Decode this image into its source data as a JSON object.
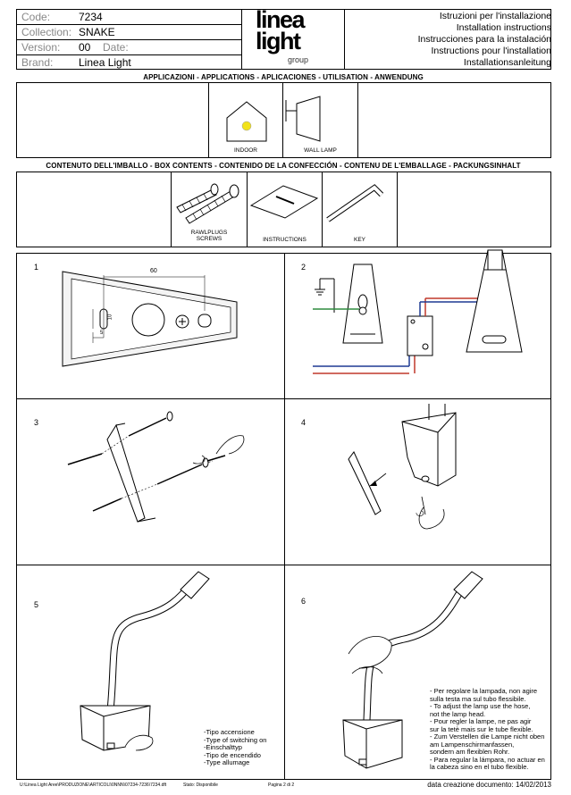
{
  "header": {
    "fields": [
      {
        "label": "Code:",
        "value": "7234"
      },
      {
        "label": "Collection:",
        "value": "SNAKE"
      },
      {
        "label": "Version:",
        "value": "00"
      },
      {
        "label": "Brand:",
        "value": "Linea Light"
      }
    ],
    "date_label": "Date:",
    "logo": {
      "line1": "linea",
      "line2": "light",
      "line3": "group"
    },
    "instructions": [
      "Istruzioni per l'installazione",
      "Installation instructions",
      "Instrucciones para la instalación",
      "Instructions pour l'installation",
      "Installationsanleitung"
    ]
  },
  "applications": {
    "title": "APPLICAZIONI - APPLICATIONS - APLICACIONES - UTILISATION - ANWENDUNG",
    "items": [
      {
        "label": "INDOOR",
        "icon": "house-indoor-icon"
      },
      {
        "label": "WALL LAMP",
        "icon": "wall-lamp-icon"
      }
    ]
  },
  "box_contents": {
    "title": "CONTENUTO DELL'IMBALLO - BOX CONTENTS - CONTENIDO DE LA CONFECCIÓN - CONTENU DE L'EMBALLAGE - PACKUNGSINHALT",
    "items": [
      {
        "label": "RAWLPLUGS\nSCREWS",
        "icon": "rawlplugs-screws-icon"
      },
      {
        "label": "INSTRUCTIONS",
        "icon": "instructions-sheet-icon"
      },
      {
        "label": "KEY",
        "icon": "allen-key-icon"
      }
    ]
  },
  "steps": [
    {
      "number": "1",
      "dim_60": "60",
      "dim_10": "10",
      "dim_5": "5"
    },
    {
      "number": "2"
    },
    {
      "number": "3"
    },
    {
      "number": "4"
    },
    {
      "number": "5",
      "notes": [
        "-Tipo accensione",
        "-Type of switching on",
        "-Einschalttyp",
        "-Tipo de encendido",
        "-Type allumage"
      ]
    },
    {
      "number": "6",
      "notes": [
        "- Per regolare la lampada, non agire",
        "sulla testa ma sul tubo flessibile.",
        "- To adjust the lamp use the hose,",
        "not the lamp head.",
        "- Pour regler la lampe, ne pas agir",
        "sur la tetè mais sur le tube flexible.",
        "- Zum Verstellen die Lampe nicht oben",
        "am Lampenschirmanfassen,",
        "sondern am flexiblen Rohr.",
        "- Para regular la lámpara, no actuar en",
        "la cabeza sino en el tubo flexible."
      ]
    }
  ],
  "footer": {
    "path": "U:\\Linea Light Aree\\PRODUZIONE\\ARTICOLI\\0NNN\\07234-7236\\7234.dft",
    "status": "Stato: Disponibile",
    "page": "Pagina  2 di  2",
    "doc_date": "data creazione documento: 14/02/2013"
  },
  "colors": {
    "accent_yellow": "#f2e21a",
    "wire_red": "#c0392b",
    "wire_blue": "#1f3a93",
    "wire_green": "#2e8b3e"
  }
}
